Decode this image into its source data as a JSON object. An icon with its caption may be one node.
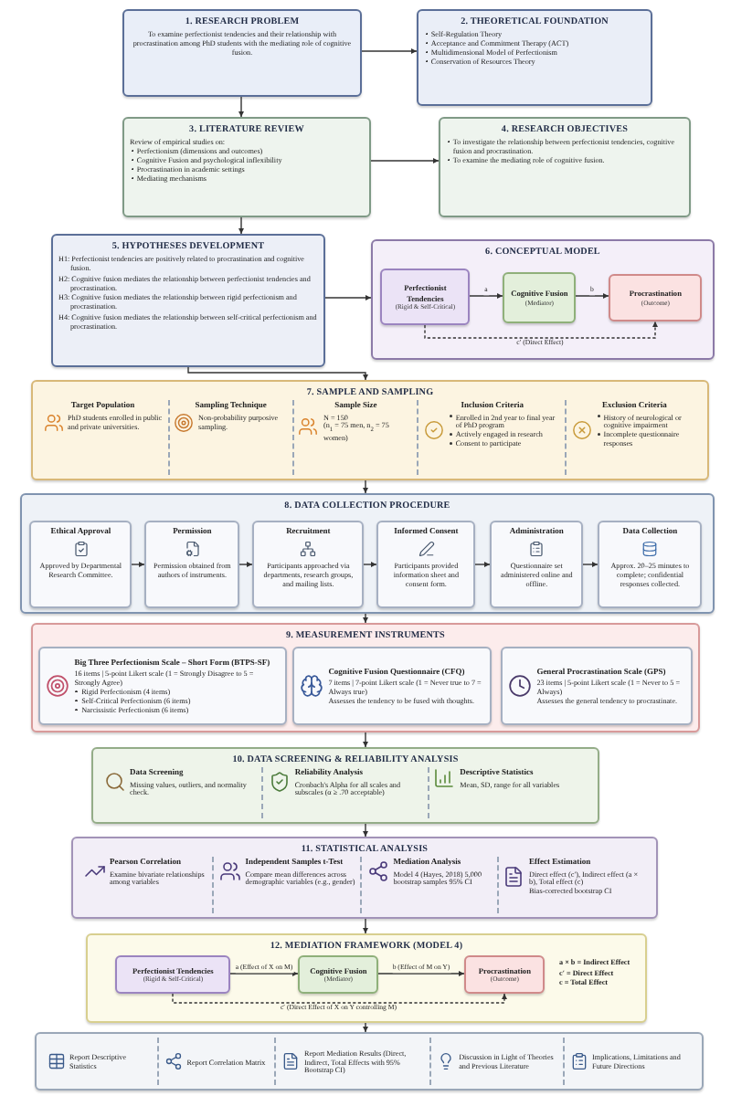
{
  "diagram": {
    "nodes": [
      {
        "text": [
          "1. RESEARCH PROBLEM",
          "To examine perfectionist tendencies and their relationship with procrastination among PhD students with the mediating role of cognitive fusion."
        ]
      },
      {
        "text": [
          "2. THEORETICAL FOUNDATION",
          "Self-Regulation Theory",
          "Acceptance and Commitment Therapy (ACT)",
          "Multidimensional Model of Perfectionism",
          "Conservation of Resources Theory"
        ]
      },
      {
        "text": [
          "3. LITERATURE REVIEW",
          "Review of empirical studies on:",
          "Perfectionism (dimensions and outcomes)",
          "Cognitive Fusion and psychological inflexibility",
          "Procrastination in academic settings",
          "Mediating mechanisms"
        ]
      },
      {
        "text": [
          "4. RESEARCH OBJECTIVES",
          "To investigate the relationship between perfectionist tendencies, cognitive fusion and procrastination.",
          "To examine the mediating role of cognitive fusion."
        ]
      },
      {
        "text": [
          "5. HYPOTHESES DEVELOPMENT",
          "H1: Perfectionist tendencies are positively related to procrastination and cognitive fusion.",
          "H2: Cognitive fusion mediates the relationship between perfectionist tendencies and procrastination.",
          "H3: Cognitive fusion mediates the relationship between rigid perfectionism and procrastination.",
          "H4: Cognitive fusion mediates the relationship between self-critical perfectionism and procrastination."
        ]
      },
      {
        "text": [
          "6. CONCEPTUAL MODEL"
        ]
      },
      {
        "text": [
          "Perfectionist Tendencies",
          "(Rigid & Self-Critical)"
        ],
        "in": 5
      },
      {
        "text": [
          "Cognitive Fusion",
          "(Mediator)"
        ],
        "in": 5
      },
      {
        "text": [
          "Procrastination",
          "(Outcome)"
        ],
        "in": 5
      },
      {
        "text": [
          "7. SAMPLE AND SAMPLING",
          "Target Population",
          "PhD students enrolled in public and private universities.",
          "Sampling Technique",
          "Non-probability purposive sampling.",
          "Sample Size",
          "N = 150",
          "(n$_{1}$ = 75 men, n$_{2}$ = 75 women)",
          "Inclusion Criteria",
          "Enrolled in 2nd year to final year of PhD program",
          "Actively engaged in research",
          "Consent to participate",
          "Exclusion Criteria",
          "History of neurological or cognitive impairment",
          "Incomplete questionnaire responses"
        ]
      },
      {
        "text": [
          "8. DATA COLLECTION PROCEDURE"
        ]
      },
      {
        "text": [
          "Ethical Approval",
          "Approved by Departmental Research Committee."
        ],
        "in": 10
      },
      {
        "text": [
          "Permission",
          "Permission obtained from authors of instruments."
        ],
        "in": 10
      },
      {
        "text": [
          "Recruitment",
          "Participants approached via departments, research groups, and mailing lists."
        ],
        "in": 10
      },
      {
        "text": [
          "Informed Consent",
          "Participants provided information sheet and consent form."
        ],
        "in": 10
      },
      {
        "text": [
          "Administration",
          "Questionnaire set administered online and offline."
        ],
        "in": 10
      },
      {
        "text": [
          "Data Collection",
          "Approx. 20–25 minutes to complete; confidential responses collected."
        ],
        "in": 10
      },
      {
        "text": [
          "9. MEASUREMENT INSTRUMENTS"
        ]
      },
      {
        "text": [
          "Big Three Perfectionism Scale – Short Form (BTPS-SF)",
          "16 items | 5-point Likert scale (1 = Strongly Disagree to 5 = Strongly Agree)",
          "Rigid Perfectionism (4 items)",
          "Self-Critical Perfectionism (6 items)",
          "Narcissistic Perfectionism (6 items)"
        ],
        "in": 17
      },
      {
        "text": [
          "Cognitive Fusion Questionnaire (CFQ)",
          "7 items | 7-point Likert scale (1 = Never true to 7 = Always true)",
          "Assesses the tendency to be fused with thoughts."
        ],
        "in": 17
      },
      {
        "text": [
          "General Procrastination Scale (GPS)",
          "23 items | 5-point Likert scale (1 = Never to 5 = Always)",
          "Assesses the general tendency to procrastinate."
        ],
        "in": 17
      },
      {
        "text": [
          "10. DATA SCREENING & RELIABILITY ANALYSIS",
          "Data Screening",
          "Missing values, outliers, and normality check.",
          "Reliability Analysis",
          "Cronbach's Alpha for all scales and subscales (α ≥ .70 acceptable)",
          "Descriptive Statistics",
          "Mean, SD, range for all variables"
        ]
      },
      {
        "text": [
          "11. STATISTICAL ANALYSIS",
          "Pearson Correlation",
          "Examine bivariate relationships among variables",
          "Independent Samples t-Test",
          "Compare mean differences across demographic variables (e.g., gender)",
          "Mediation Analysis",
          "Model 4 (Hayes, 2018) 5,000 bootstrap samples 95% CI",
          "Effect Estimation",
          "Direct effect (c′), Indirect effect (a × b), Total effect (c)",
          "Bias-corrected bootstrap CI"
        ]
      },
      {
        "text": [
          "12. MEDIATION FRAMEWORK (MODEL 4)",
          "a × b = Indirect Effect",
          "c′ = Direct Effect",
          "c = Total Effect"
        ]
      },
      {
        "text": [
          "Perfectionist Tendencies",
          "(Rigid & Self-Critical)"
        ],
        "in": 23
      },
      {
        "text": [
          "Cognitive Fusion",
          "(Mediator)"
        ],
        "in": 23
      },
      {
        "text": [
          "Procrastination",
          "(Outcome)"
        ],
        "in": 23
      },
      {
        "text": [
          "Report Descriptive Statistics",
          "Report Correlation Matrix",
          "Report Mediation Results (Direct, Indirect, Total Effects with 95% Bootstrap CI)",
          "Discussion in Light of Theories and Previous Literature",
          "Implications, Limitations and Future Directions"
        ]
      }
    ],
    "edges": [
      {
        "from": 0,
        "to": 1,
        "arrow": "to"
      },
      {
        "from": 0,
        "to": 2,
        "arrow": "to"
      },
      {
        "from": 2,
        "to": 3,
        "arrow": "to"
      },
      {
        "from": 2,
        "to": 4,
        "arrow": "to"
      },
      {
        "from": 4,
        "to": 5,
        "arrow": "to"
      },
      {
        "from": 6,
        "to": 7,
        "arrow": "to",
        "label": "a"
      },
      {
        "from": 7,
        "to": 8,
        "arrow": "to",
        "label": "b"
      },
      {
        "from": 6,
        "to": 8,
        "arrow": "to",
        "style": "dashed",
        "label": "c′ (Direct Effect)"
      },
      {
        "from": 4,
        "to": 9,
        "arrow": "to"
      },
      {
        "from": 9,
        "to": 10,
        "arrow": "to"
      },
      {
        "from": 11,
        "to": 12,
        "arrow": "to"
      },
      {
        "from": 12,
        "to": 13,
        "arrow": "to"
      },
      {
        "from": 13,
        "to": 14,
        "arrow": "to"
      },
      {
        "from": 14,
        "to": 15,
        "arrow": "to"
      },
      {
        "from": 15,
        "to": 16,
        "arrow": "to"
      },
      {
        "from": 10,
        "to": 17,
        "arrow": "to"
      },
      {
        "from": 17,
        "to": 21,
        "arrow": "to"
      },
      {
        "from": 21,
        "to": 22,
        "arrow": "to"
      },
      {
        "from": 22,
        "to": 23,
        "arrow": "to"
      },
      {
        "from": 24,
        "to": 25,
        "arrow": "to",
        "label": "a (Effect of X on M)"
      },
      {
        "from": 25,
        "to": 26,
        "arrow": "to",
        "label": "b (Effect of M on Y)"
      },
      {
        "from": 24,
        "to": 26,
        "arrow": "to",
        "style": "dashed",
        "label": "c′ (Direct Effect of X on Y controlling M)"
      },
      {
        "from": 23,
        "to": 27,
        "arrow": "to"
      }
    ]
  }
}
